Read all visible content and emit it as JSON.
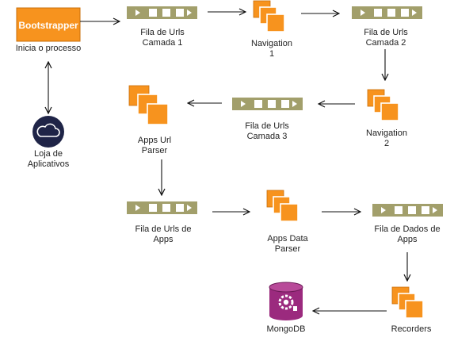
{
  "nodes": {
    "bootstrapper": {
      "title": "Bootstrapper",
      "caption": "Inicia o processo"
    },
    "app_store": {
      "caption": "Loja de\nAplicativos"
    },
    "queue_layer1": {
      "caption": "Fila de Urls\nCamada 1"
    },
    "navigation1": {
      "caption": "Navigation\n1"
    },
    "queue_layer2": {
      "caption": "Fila de Urls\nCamada 2"
    },
    "navigation2": {
      "caption": "Navigation\n2"
    },
    "queue_layer3": {
      "caption": "Fila de Urls\nCamada 3"
    },
    "apps_url_parser": {
      "caption": "Apps Url\nParser"
    },
    "queue_app_urls": {
      "caption": "Fila de Urls de\nApps"
    },
    "apps_data_parser": {
      "caption": "Apps Data\nParser"
    },
    "queue_app_data": {
      "caption": "Fila de Dados de\nApps"
    },
    "recorders": {
      "caption": "Recorders"
    },
    "mongodb": {
      "caption": "MongoDB"
    }
  },
  "colors": {
    "orange": "#f7931e",
    "orange_dark": "#c96f0a",
    "queue": "#a29f6b",
    "queue_dark": "#77744a",
    "cloud": "#1f2447",
    "mongo": "#9b2a7e",
    "mongo_dark": "#6c1a57",
    "arrow": "#111111"
  },
  "icons": {
    "cloud": "cloud-icon",
    "queue": "queue-icon",
    "service": "stacked-squares-icon",
    "database": "database-icon"
  }
}
